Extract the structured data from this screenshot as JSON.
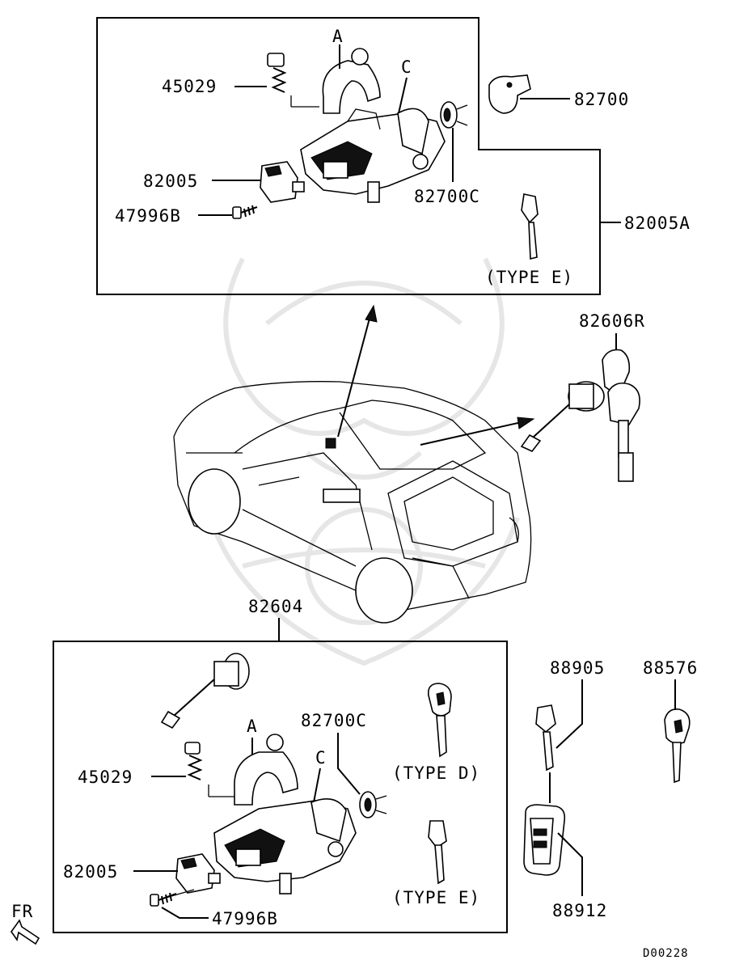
{
  "diagram": {
    "code": "D00228",
    "direction_label": "FR",
    "top_box": {
      "labels": {
        "p45029": "45029",
        "letter_a": "A",
        "letter_c": "C",
        "p82005": "82005",
        "p47996b": "47996B",
        "p82700c": "82700C",
        "type_e": "(TYPE E)"
      }
    },
    "p82700": "82700",
    "p82005a": "82005A",
    "p82606r": "82606R",
    "p82604": "82604",
    "bottom_box": {
      "labels": {
        "p82700c": "82700C",
        "letter_a": "A",
        "letter_c": "C",
        "p45029": "45029",
        "p82005": "82005",
        "p47996b": "47996B",
        "type_d": "(TYPE D)",
        "type_e": "(TYPE E)"
      }
    },
    "p88905": "88905",
    "p88576": "88576",
    "p88912": "88912"
  }
}
